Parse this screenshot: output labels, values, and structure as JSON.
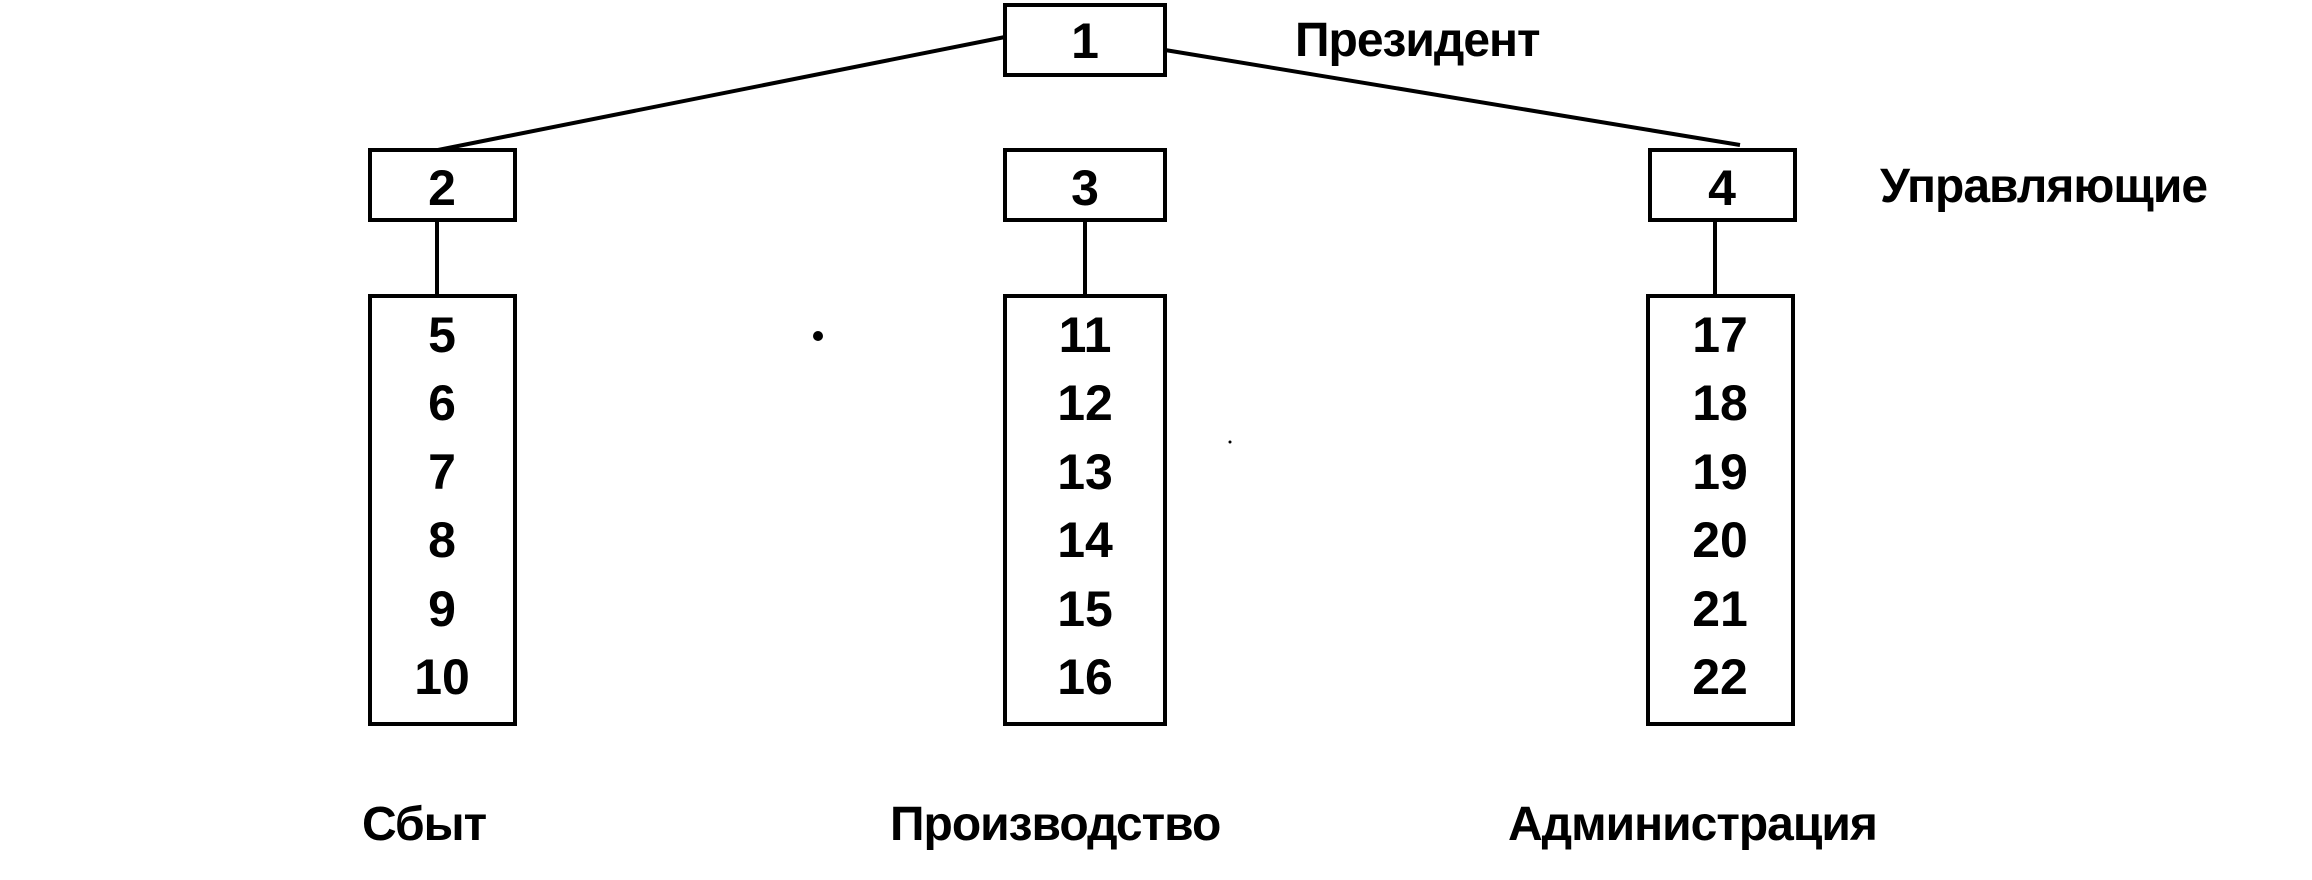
{
  "top": {
    "id": "1",
    "label": "Президент"
  },
  "managers": {
    "label": "Управляющие",
    "items": [
      {
        "id": "2"
      },
      {
        "id": "3"
      },
      {
        "id": "4"
      }
    ]
  },
  "departments": [
    {
      "label": "Сбыт",
      "members": [
        "5",
        "6",
        "7",
        "8",
        "9",
        "10"
      ]
    },
    {
      "label": "Производство",
      "members": [
        "11",
        "12",
        "13",
        "14",
        "15",
        "16"
      ]
    },
    {
      "label": "Администрация",
      "members": [
        "17",
        "18",
        "19",
        "20",
        "21",
        "22"
      ]
    }
  ]
}
